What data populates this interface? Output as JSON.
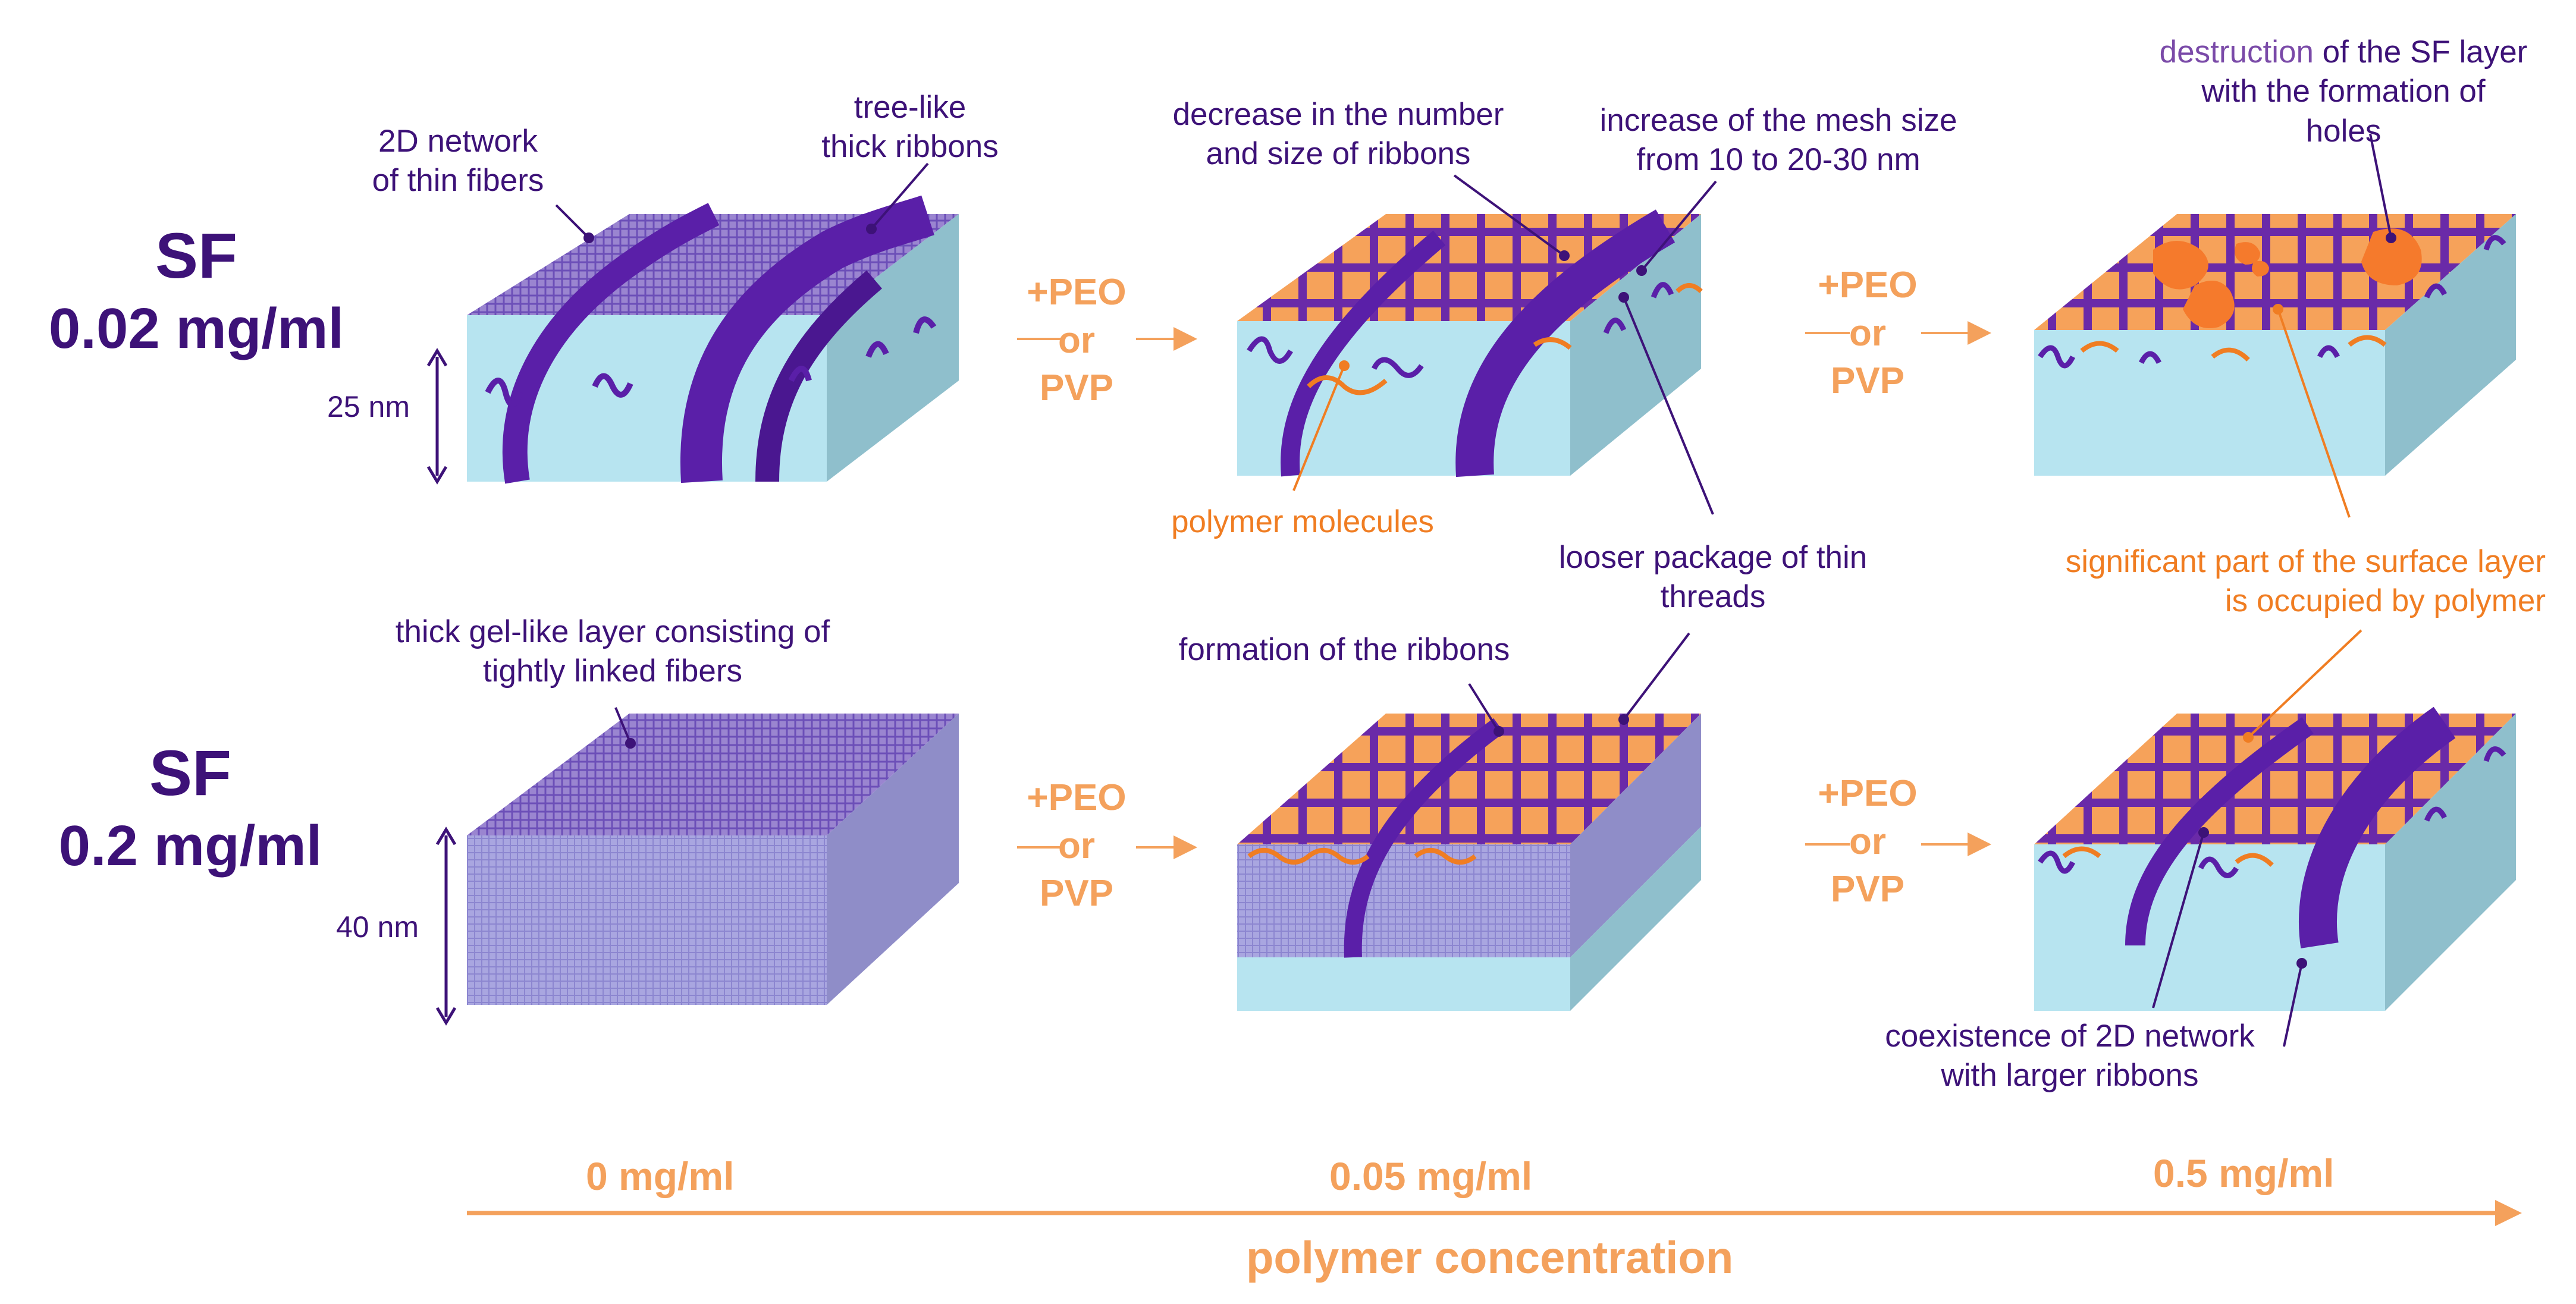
{
  "rows": [
    {
      "name_line1": "SF",
      "name_line2": "0.02 mg/ml",
      "thickness": "25 nm"
    },
    {
      "name_line1": "SF",
      "name_line2": "0.2 mg/ml",
      "thickness": "40 nm"
    }
  ],
  "additive": {
    "line1": "+PEO",
    "line2": "or",
    "line3": "PVP"
  },
  "annotations": {
    "network_2d": [
      "2D network",
      "of thin fibers"
    ],
    "tree_ribbons": [
      "tree-like",
      "thick ribbons"
    ],
    "decrease_ribbons": [
      "decrease in the number",
      "and size of ribbons"
    ],
    "mesh_size": [
      "increase of the mesh size",
      "from 10 to 20-30 nm"
    ],
    "destruction_a": "destruction",
    "destruction_b": " of the SF layer",
    "destruction_rest": [
      "with the formation of",
      "holes"
    ],
    "polymer_molecules": "polymer molecules",
    "looser_package": [
      "looser package of thin",
      "threads"
    ],
    "significant_part": [
      "significant part of the surface layer",
      "is occupied by polymer"
    ],
    "gel_layer": [
      "thick gel-like layer consisting of",
      "tightly linked fibers"
    ],
    "formation_ribbons": "formation of the ribbons",
    "coexistence": [
      "coexistence of 2D network",
      "with larger ribbons"
    ]
  },
  "concentration_axis": {
    "title": "polymer concentration",
    "ticks": [
      "0 mg/ml",
      "0.05 mg/ml",
      "0.5 mg/ml"
    ]
  },
  "colors": {
    "sf_purple": "#3d1278",
    "polymer_orange": "#f07d22",
    "arrow_orange": "#f4a15c",
    "substrate_blue": "#b7e4f0",
    "fiber_violet": "#5a1fa8"
  }
}
